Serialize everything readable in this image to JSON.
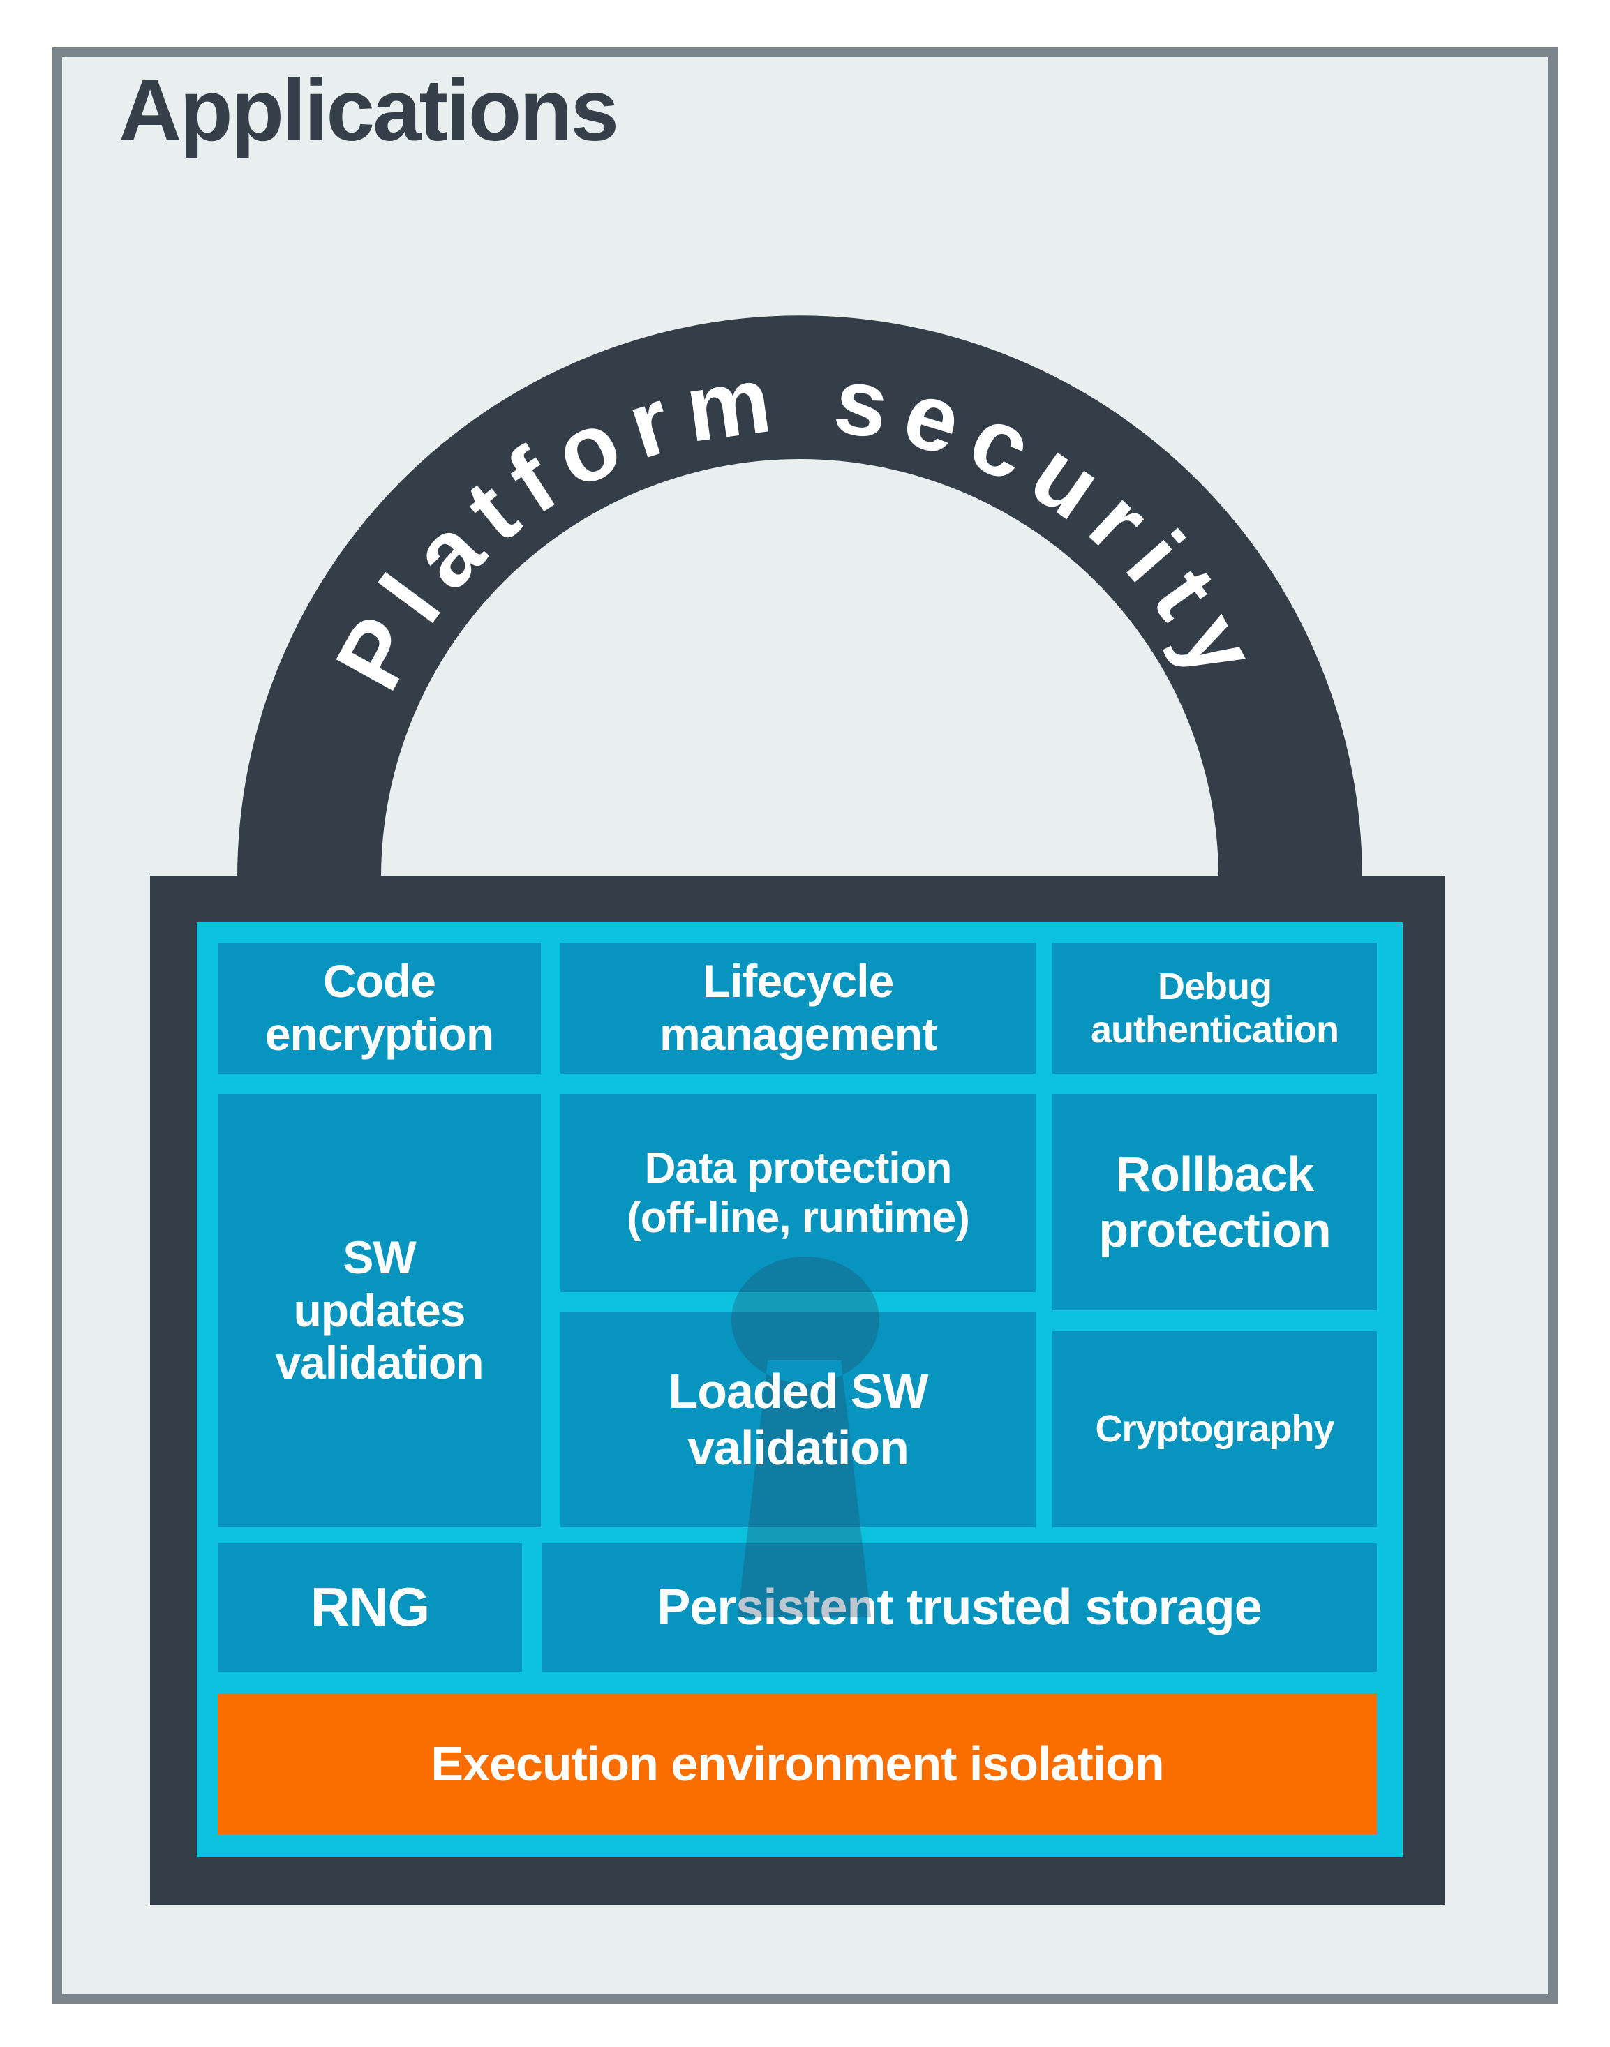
{
  "title": "Applications",
  "lock": {
    "arch_label": "Platform security",
    "cells": {
      "code_encryption": "Code\nencryption",
      "lifecycle_management": "Lifecycle\nmanagement",
      "debug_authentication": "Debug\nauthentication",
      "sw_updates_validation": "SW\nupdates\nvalidation",
      "data_protection": "Data protection\n(off-line, runtime)",
      "rollback_protection": "Rollback\nprotection",
      "loaded_sw_validation": "Loaded SW\nvalidation",
      "cryptography": "Cryptography",
      "rng": "RNG",
      "persistent_storage": "Persistent trusted storage",
      "execution_isolation": "Execution environment isolation"
    }
  },
  "theme": {
    "page_bg": "#ffffff",
    "frame_bg": "#e9eeee",
    "frame_border": "#7b858e",
    "title_color": "#36404a",
    "charcoal": "#343e49",
    "cyan": "#0dc2de",
    "cell_blue": "#0794be",
    "accent_orange": "#fa6e00",
    "label_white": "#ffffff",
    "keyhole_overlay": "rgba(40,70,100,0.30)"
  }
}
